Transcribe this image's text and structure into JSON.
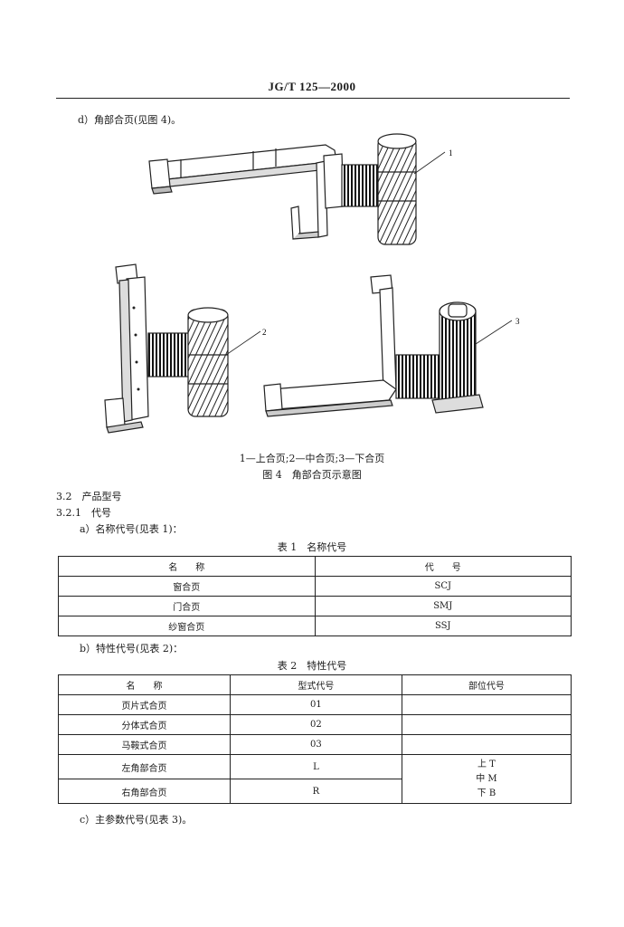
{
  "header": {
    "title": "JG/T 125—2000"
  },
  "item_d": "d）角部合页(见图 4)。",
  "figure": {
    "callouts": [
      "1",
      "2",
      "3"
    ],
    "legend": "1—上合页;2—中合页;3—下合页",
    "caption": "图 4　角部合页示意图"
  },
  "section_3_2": "3.2　产品型号",
  "section_3_2_1": "3.2.1　代号",
  "item_a": "a）名称代号(见表 1)：",
  "table1": {
    "title": "表 1　名称代号",
    "headers": [
      "名　　称",
      "代　　号"
    ],
    "rows": [
      [
        "窗合页",
        "SCJ"
      ],
      [
        "门合页",
        "SMJ"
      ],
      [
        "纱窗合页",
        "SSJ"
      ]
    ]
  },
  "item_b": "b）特性代号(见表 2)：",
  "table2": {
    "title": "表 2　特性代号",
    "headers": [
      "名　　称",
      "型式代号",
      "部位代号"
    ],
    "rows": [
      [
        "页片式合页",
        "01"
      ],
      [
        "分体式合页",
        "02"
      ],
      [
        "马鞍式合页",
        "03"
      ],
      [
        "左角部合页",
        "L"
      ],
      [
        "右角部合页",
        "R"
      ]
    ],
    "position_codes": [
      "上 T",
      "中 M",
      "下 B"
    ]
  },
  "item_c": "c）主参数代号(见表 3)。"
}
